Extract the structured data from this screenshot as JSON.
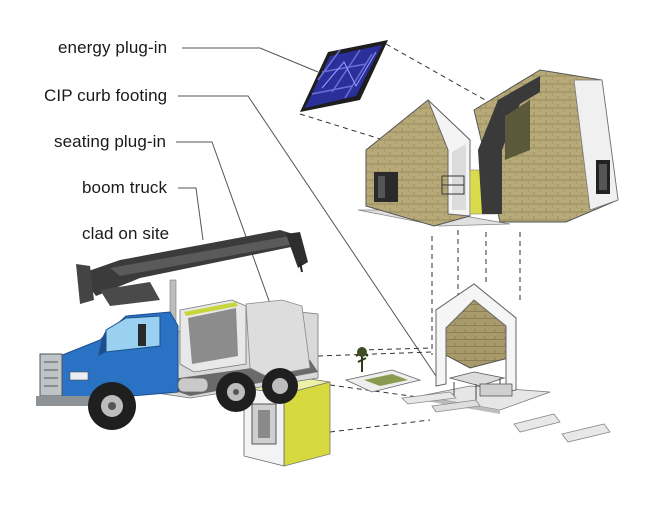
{
  "labels": {
    "energy": "energy plug-in",
    "cip": "CIP curb footing",
    "seating": "seating plug-in",
    "boom": "boom truck",
    "clad": "clad on site"
  },
  "colors": {
    "truck_cab": "#2a72c4",
    "module_yellow": "#dcdf4e",
    "cladding": "#b5a77a",
    "solar_panel": "#2a2f9a",
    "crane": "#3d3d3d"
  }
}
